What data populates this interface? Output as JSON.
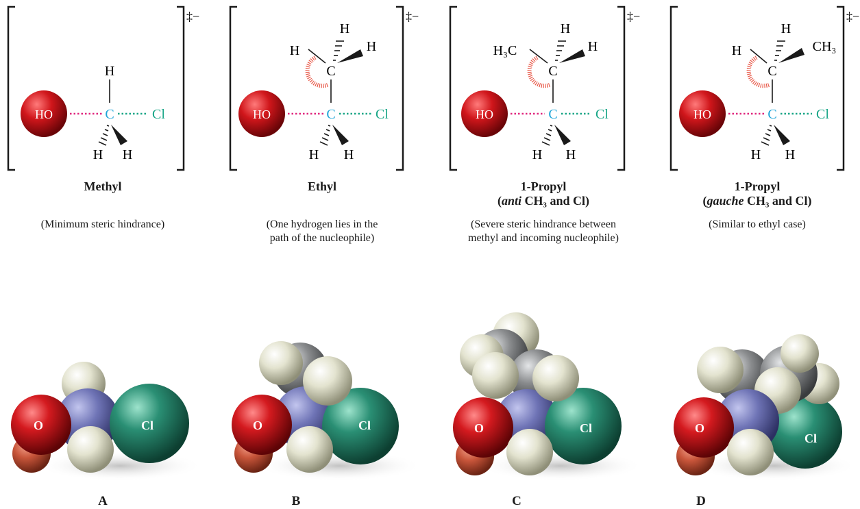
{
  "colors": {
    "oxygen": "#c0161b",
    "oxygen_h": "#c8553a",
    "carbon_center": "#6f74b6",
    "chlorine": "#2a8f74",
    "hydrogen": "#e3e3cf",
    "carbon_alkyl": "#8a8c8e",
    "dotted_left": "#e0267d",
    "dotted_right": "#17a586",
    "carbon_label": "#1fa5d8",
    "cl_label": "#17a586",
    "hindrance_arc": "#e85a4a"
  },
  "atoms": {
    "ho": "HO",
    "c": "C",
    "cl": "Cl",
    "h": "H",
    "h3c": "H₃C",
    "ch3": "CH₃",
    "charge": "‡−"
  },
  "panels": [
    {
      "title": "Methyl",
      "subtitle": "",
      "note_line1": "(Minimum steric hindrance)",
      "note_line2": "",
      "model_label": "A",
      "model_o": "O",
      "model_cl": "Cl"
    },
    {
      "title": "Ethyl",
      "subtitle": "",
      "note_line1": "(One hydrogen lies in the",
      "note_line2": "path of the nucleophile)",
      "model_label": "B",
      "model_o": "O",
      "model_cl": "Cl"
    },
    {
      "title": "1-Propyl",
      "subtitle_pre": "(",
      "subtitle_italic": "anti",
      "subtitle_rest": " CH₃ and Cl)",
      "note_line1": "(Severe steric hindrance between",
      "note_line2": "methyl and incoming nucleophile)",
      "model_label": "C",
      "model_o": "O",
      "model_cl": "Cl"
    },
    {
      "title": "1-Propyl",
      "subtitle_pre": "(",
      "subtitle_italic": "gauche",
      "subtitle_rest": " CH₃ and Cl)",
      "note_line1": "(Similar to ethyl case)",
      "note_line2": "",
      "model_label": "D",
      "model_o": "O",
      "model_cl": "Cl"
    }
  ]
}
